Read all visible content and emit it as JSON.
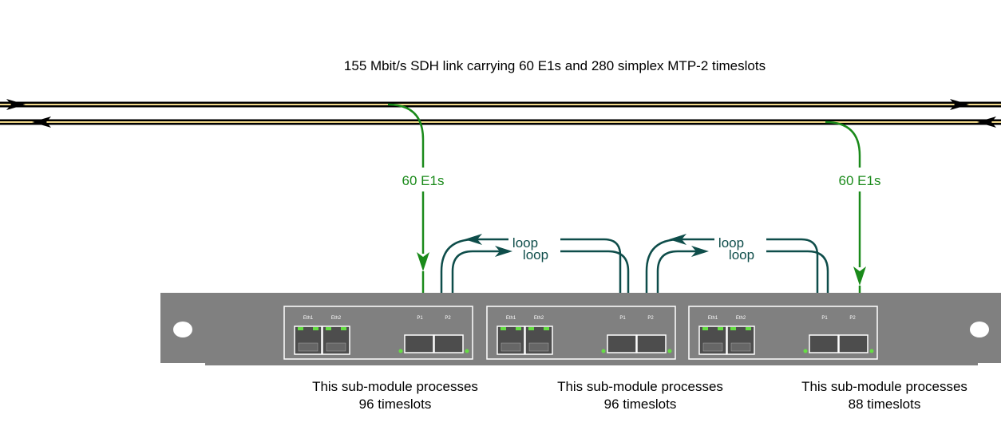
{
  "link": {
    "title": "155 Mbit/s SDH link carrying 60 E1s and 280 simplex MTP-2 timeslots"
  },
  "drops": {
    "left": "60 E1s",
    "right": "60 E1s"
  },
  "loops": [
    {
      "top": "loop",
      "bottom": "loop"
    },
    {
      "top": "loop",
      "bottom": "loop"
    }
  ],
  "modules": [
    {
      "eth1": "Eth1",
      "eth2": "Eth2",
      "p1": "P1",
      "p2": "P2",
      "caption_line1": "This sub-module processes",
      "caption_line2": "96 timeslots"
    },
    {
      "eth1": "Eth1",
      "eth2": "Eth2",
      "p1": "P1",
      "p2": "P2",
      "caption_line1": "This sub-module processes",
      "caption_line2": "96 timeslots"
    },
    {
      "eth1": "Eth1",
      "eth2": "Eth2",
      "p1": "P1",
      "p2": "P2",
      "caption_line1": "This sub-module processes",
      "caption_line2": "88 timeslots"
    }
  ],
  "colors": {
    "fiber_outer": "#000000",
    "fiber_inner": "#f2d98a",
    "e1_green": "#1a8a1a",
    "loop_teal": "#0e4d4a",
    "chassis_gray": "#808080",
    "port_dark": "#4d4d4d",
    "led_green": "#66dd44"
  }
}
